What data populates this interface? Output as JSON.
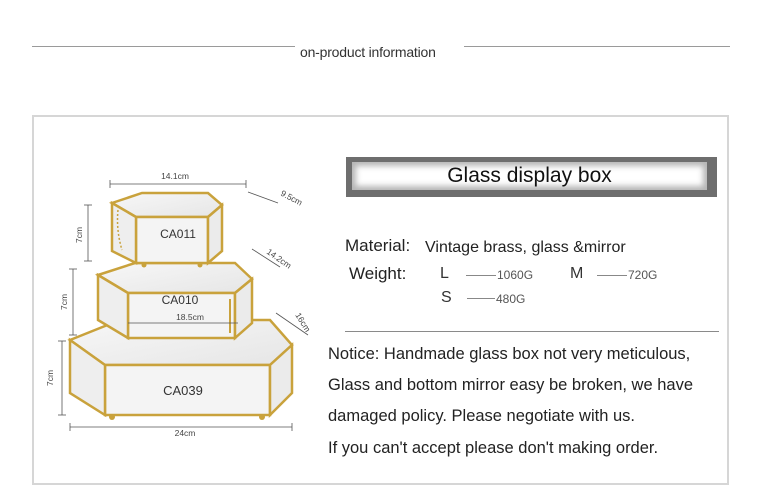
{
  "header": {
    "title": "on-product information"
  },
  "product": {
    "title": "Glass display box"
  },
  "specs": {
    "material_label": "Material:",
    "material_value": "Vintage brass, glass &mirror",
    "weight_label": "Weight:",
    "sizes": [
      {
        "size": "L",
        "weight": "1060G"
      },
      {
        "size": "M",
        "weight": "720G"
      },
      {
        "size": "S",
        "weight": "480G"
      }
    ]
  },
  "notice": {
    "lines": [
      "Notice: Handmade glass box not very meticulous,",
      "Glass and bottom mirror easy be broken, we have",
      "damaged policy. Please negotiate with us.",
      "If you can't accept please don't making order."
    ]
  },
  "diagram": {
    "boxes": [
      {
        "code": "CA011",
        "width": "14.1cm",
        "depth": "9.5cm",
        "height": "7cm"
      },
      {
        "code": "CA010",
        "width": "18.5cm",
        "depth": "14.2cm",
        "height": "7cm"
      },
      {
        "code": "CA039",
        "width": "24cm",
        "depth": "16cm",
        "height": "7cm"
      }
    ]
  },
  "colors": {
    "brass": "#c9a23c",
    "title_bar": "#6e6e6e",
    "rule": "#9a9a9a"
  }
}
